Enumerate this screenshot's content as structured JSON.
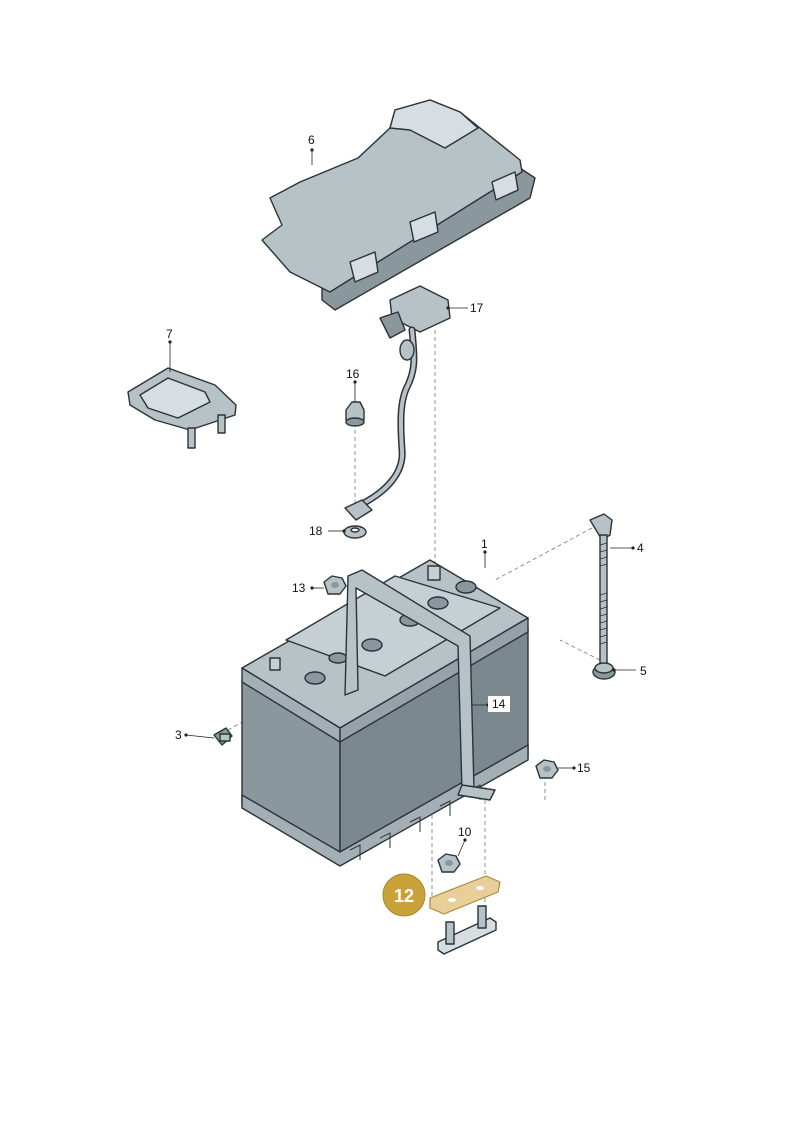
{
  "labels": {
    "p1": "1",
    "p3": "3",
    "p4": "4",
    "p5": "5",
    "p6": "6",
    "p7": "7",
    "p10": "10",
    "p12": "12",
    "p13": "13",
    "p14": "14",
    "p15": "15",
    "p16": "16",
    "p17": "17",
    "p18": "18"
  },
  "colors": {
    "part_fill": "#b7c2c7",
    "part_dark": "#8a979d",
    "part_light": "#d7dee1",
    "highlight_part": "#e8cf9a",
    "highlight_badge": "#c9a23a",
    "badge_text": "#ffffff"
  },
  "highlighted_part": "12"
}
